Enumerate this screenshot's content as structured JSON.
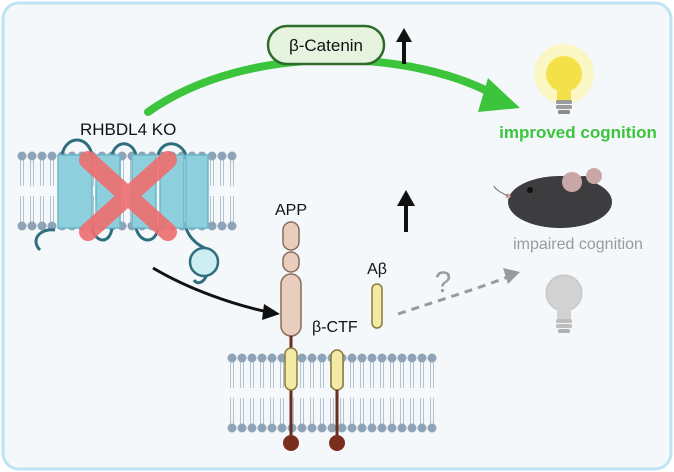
{
  "labels": {
    "beta_catenin": "β-Catenin",
    "ko": "RHBDL4 KO",
    "improved": "improved cognition",
    "impaired": "impaired cognition",
    "app": "APP",
    "beta_ctf": "β-CTF",
    "abeta": "Aβ",
    "question": "?"
  },
  "colors": {
    "frame_border": "#bfe3f1",
    "frame_fill": "#f4f8fb",
    "green_arrow": "#3cc43c",
    "improved_text": "#3cc43c",
    "impaired_text": "#9a9a9a",
    "membrane_head": "#8fa3b8",
    "tm_helix": "#8ecfdd",
    "cross": "#ee6e6e",
    "app_domain": "#e9cdbd",
    "app_tm": "#f3eaa5",
    "app_stalk": "#6a2d1d",
    "bulb_on": "#f4e14a",
    "bulb_off": "#d2d2d2"
  },
  "icons": [
    "up-arrow-icon",
    "lightbulb-on-icon",
    "lightbulb-off-icon",
    "mouse-icon",
    "red-cross-icon"
  ]
}
